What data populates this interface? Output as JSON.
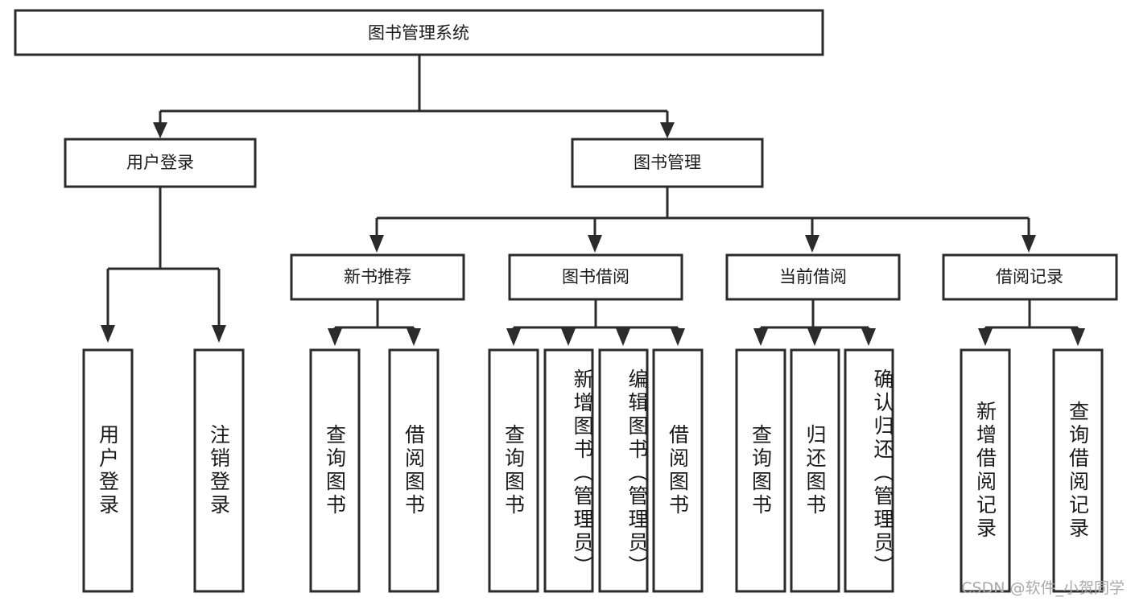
{
  "diagram": {
    "title": "图书管理系统",
    "type": "hierarchy-tree",
    "watermark": "CSDN @软件_小贺同学",
    "colors": {
      "stroke": "#2b2b2b",
      "fill": "#ffffff",
      "text": "#1a1a1a",
      "watermark": "#a9a9a9"
    },
    "root": {
      "label": "图书管理系统"
    },
    "level2": [
      {
        "label": "用户登录"
      },
      {
        "label": "图书管理"
      }
    ],
    "level3": [
      {
        "label": "新书推荐"
      },
      {
        "label": "图书借阅"
      },
      {
        "label": "当前借阅"
      },
      {
        "label": "借阅记录"
      }
    ],
    "leaves": {
      "user_login": [
        {
          "label": "用户登录"
        },
        {
          "label": "注销登录"
        }
      ],
      "new_book": [
        {
          "label": "查询图书"
        },
        {
          "label": "借阅图书"
        }
      ],
      "book_borrow": [
        {
          "label": "查询图书"
        },
        {
          "label": "新增图书（管理员）"
        },
        {
          "label": "编辑图书（管理员）"
        },
        {
          "label": "借阅图书"
        }
      ],
      "current_borrow": [
        {
          "label": "查询图书"
        },
        {
          "label": "归还图书"
        },
        {
          "label": "确认归还（管理员）"
        }
      ],
      "borrow_record": [
        {
          "label": "新增借阅记录"
        },
        {
          "label": "查询借阅记录"
        }
      ]
    }
  }
}
